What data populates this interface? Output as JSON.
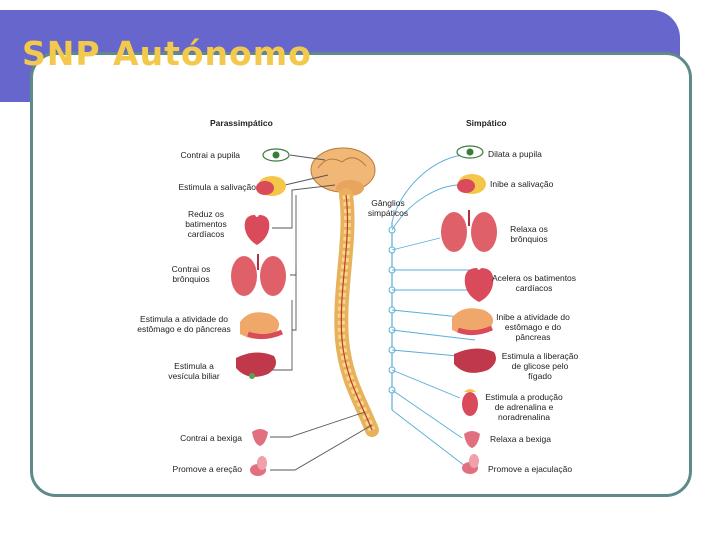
{
  "slide": {
    "title": "SNP Autónomo"
  },
  "diagram": {
    "parasympathetic_header": "Parassimpático",
    "sympathetic_header": "Simpático",
    "ganglia_label": "Gânglios simpáticos",
    "left_labels": [
      "Contrai a pupila",
      "Estimula a salivação",
      "Reduz os batimentos cardíacos",
      "Contrai os brônquios",
      "Estimula a atividade do estômago e do pâncreas",
      "Estimula a vesícula biliar",
      "Contrai a bexiga",
      "Promove a ereção"
    ],
    "right_labels": [
      "Dilata a pupila",
      "Inibe a salivação",
      "Relaxa os brônquios",
      "Acelera os batimentos cardíacos",
      "Inibe a atividade do estômago e do pâncreas",
      "Estimula a liberação de glicose pelo fígado",
      "Estimula a produção de adrenalina e noradrenalina",
      "Relaxa a bexiga",
      "Promove a ejaculação"
    ]
  },
  "colors": {
    "banner": "#6666cc",
    "title": "#f2c94c",
    "frame": "#5f8a8a",
    "nerve_left": "#555555",
    "nerve_right": "#5aaed8",
    "organ": "#d94a5a",
    "spine": "#f4c46a"
  }
}
